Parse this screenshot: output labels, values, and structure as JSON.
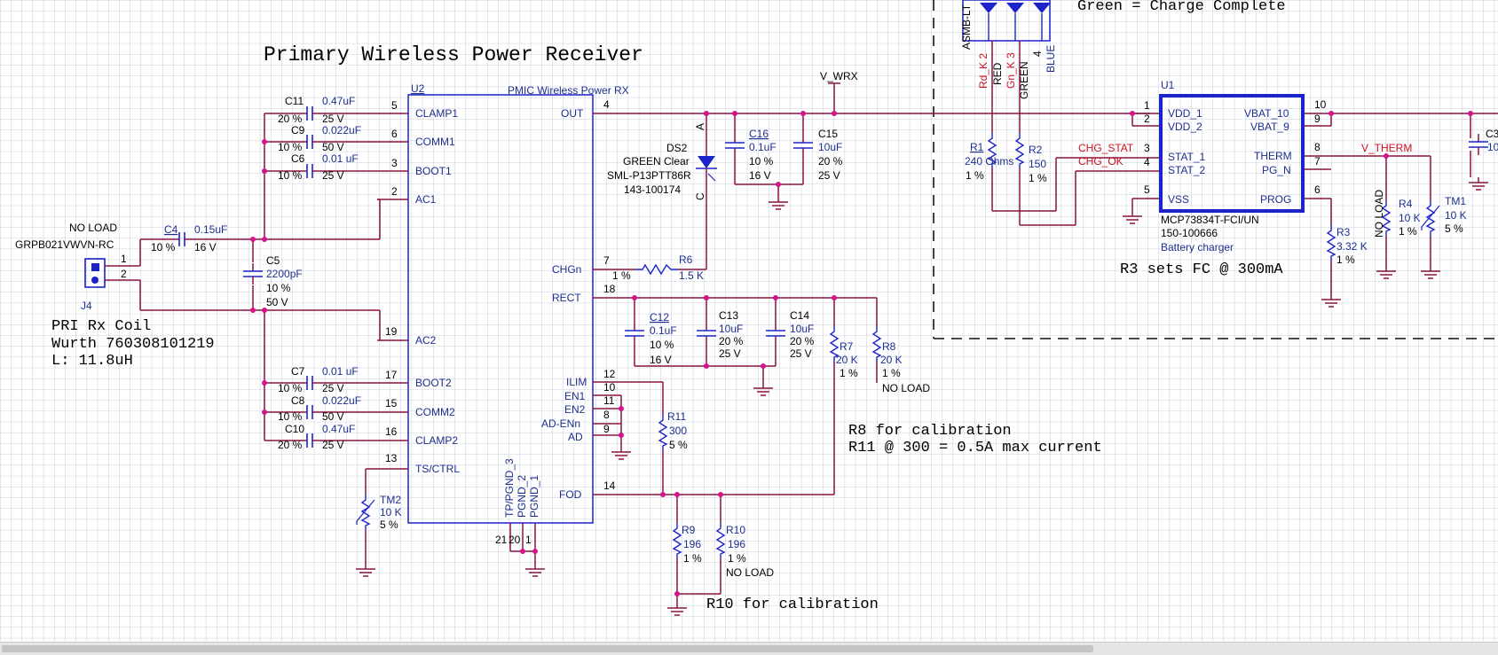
{
  "title": "Primary Wireless Power Receiver",
  "led_note": "Green = Charge Complete",
  "notes": {
    "coil_1": "PRI Rx Coil",
    "coil_2": "Wurth 760308101219",
    "coil_3": "L: 11.8uH",
    "r3": "R3 sets FC @ 300mA",
    "r8": "R8 for calibration",
    "r11": "R11 @ 300 = 0.5A max current",
    "r10": "R10 for calibration"
  },
  "u2": {
    "ref": "U2",
    "name": "PMIC Wireless Power RX",
    "left_pins": [
      {
        "num": "5",
        "name": "CLAMP1"
      },
      {
        "num": "6",
        "name": "COMM1"
      },
      {
        "num": "3",
        "name": "BOOT1"
      },
      {
        "num": "2",
        "name": "AC1"
      },
      {
        "num": "19",
        "name": "AC2"
      },
      {
        "num": "17",
        "name": "BOOT2"
      },
      {
        "num": "15",
        "name": "COMM2"
      },
      {
        "num": "16",
        "name": "CLAMP2"
      },
      {
        "num": "13",
        "name": "TS/CTRL"
      }
    ],
    "right_pins": [
      {
        "num": "4",
        "name": "OUT"
      },
      {
        "num": "7",
        "name": "CHGn"
      },
      {
        "num": "18",
        "name": "RECT"
      },
      {
        "num": "12",
        "name": "ILIM"
      },
      {
        "num": "10",
        "name": "EN1"
      },
      {
        "num": "11",
        "name": "EN2"
      },
      {
        "num": "8",
        "name": "AD-ENn"
      },
      {
        "num": "9",
        "name": "AD"
      },
      {
        "num": "14",
        "name": "FOD"
      }
    ],
    "bottom_pins": [
      {
        "num": "21",
        "name": "TP/PGND_3"
      },
      {
        "num": "20",
        "name": "PGND_2"
      },
      {
        "num": "1",
        "name": "PGND_1"
      }
    ]
  },
  "u1": {
    "ref": "U1",
    "part": "MCP73834T-FCI/UN",
    "code": "150-100666",
    "desc": "Battery charger",
    "left_pins": [
      {
        "num": "1",
        "name": "VDD_1"
      },
      {
        "num": "2",
        "name": "VDD_2"
      },
      {
        "num": "3",
        "name": "STAT_1"
      },
      {
        "num": "4",
        "name": "STAT_2"
      },
      {
        "num": "5",
        "name": "VSS"
      }
    ],
    "right_pins": [
      {
        "num": "10",
        "name": "VBAT_10"
      },
      {
        "num": "9",
        "name": "VBAT_9"
      },
      {
        "num": "8",
        "name": "THERM"
      },
      {
        "num": "7",
        "name": "PG_N"
      },
      {
        "num": "6",
        "name": "PROG"
      }
    ]
  },
  "nets": {
    "vwrx": "V_WRX",
    "chg_stat": "CHG_STAT",
    "chg_ok": "CHG_OK",
    "vtherm": "V_THERM"
  },
  "caps_left": [
    {
      "ref": "C11",
      "val": "0.47uF",
      "tol": "20 %",
      "volt": "25 V"
    },
    {
      "ref": "C9",
      "val": "0.022uF",
      "tol": "10 %",
      "volt": "50 V"
    },
    {
      "ref": "C6",
      "val": "0.01 uF",
      "tol": "10 %",
      "volt": "25 V"
    },
    {
      "ref": "C7",
      "val": "0.01 uF",
      "tol": "10 %",
      "volt": "25 V"
    },
    {
      "ref": "C8",
      "val": "0.022uF",
      "tol": "10 %",
      "volt": "50 V"
    },
    {
      "ref": "C10",
      "val": "0.47uF",
      "tol": "20 %",
      "volt": "25 V"
    }
  ],
  "c4": {
    "ref": "C4",
    "val": "0.15uF",
    "tol": "10 %",
    "volt": "16 V"
  },
  "c5": {
    "ref": "C5",
    "val": "2200pF",
    "tol": "10 %",
    "volt": "50 V"
  },
  "j4": {
    "ref": "J4",
    "part": "GRPB021VWVN-RC",
    "noload": "NO LOAD",
    "pin1": "1",
    "pin2": "2"
  },
  "ds2": {
    "ref": "DS2",
    "color": "GREEN Clear",
    "part": "SML-P13PTT86R",
    "code": "143-100174",
    "a": "A",
    "c": "C"
  },
  "c16": {
    "ref": "C16",
    "val": "0.1uF",
    "tol": "10 %",
    "volt": "16 V"
  },
  "c15": {
    "ref": "C15",
    "val": "10uF",
    "tol": "20 %",
    "volt": "25 V"
  },
  "r6": {
    "ref": "R6",
    "val": "1.5 K",
    "tol": "1 %"
  },
  "c12": {
    "ref": "C12",
    "val": "0.1uF",
    "tol": "10 %",
    "volt": "16 V"
  },
  "c13": {
    "ref": "C13",
    "val": "10uF",
    "tol": "20 %",
    "volt": "25 V"
  },
  "c14": {
    "ref": "C14",
    "val": "10uF",
    "tol": "20 %",
    "volt": "25 V"
  },
  "r7": {
    "ref": "R7",
    "val": "20 K",
    "tol": "1 %"
  },
  "r8": {
    "ref": "R8",
    "val": "20 K",
    "tol": "1 %",
    "noload": "NO LOAD"
  },
  "r11": {
    "ref": "R11",
    "val": "300",
    "tol": "5 %"
  },
  "r9": {
    "ref": "R9",
    "val": "196",
    "tol": "1 %"
  },
  "r10": {
    "ref": "R10",
    "val": "196",
    "tol": "1 %",
    "noload": "NO LOAD"
  },
  "tm2": {
    "ref": "TM2",
    "val": "10 K",
    "tol": "5 %"
  },
  "led_top": {
    "asmb": "ASMB-LT",
    "k_labels": [
      "Rd_K 2",
      "Gn_K 3",
      "4"
    ],
    "colors": [
      "RED",
      "GREEN",
      "BLUE"
    ]
  },
  "r1": {
    "ref": "R1",
    "val": "240 Ohms",
    "tol": "1 %"
  },
  "r2": {
    "ref": "R2",
    "val": "150",
    "tol": "1 %"
  },
  "r3": {
    "ref": "R3",
    "val": "3.32 K",
    "tol": "1 %"
  },
  "r4": {
    "ref": "R4",
    "val": "10 K",
    "tol": "1 %",
    "noload": "NO LOAD"
  },
  "tm1": {
    "ref": "TM1",
    "val": "10 K",
    "tol": "5 %"
  },
  "c3": {
    "ref": "C3",
    "val": "10"
  },
  "colors": {
    "wire": "#8a1240",
    "body": "#1c23c8",
    "label": "#1c2f8f",
    "net_red": "#cc1020",
    "junction": "#d4148c",
    "grid": "#b9c1cc"
  }
}
